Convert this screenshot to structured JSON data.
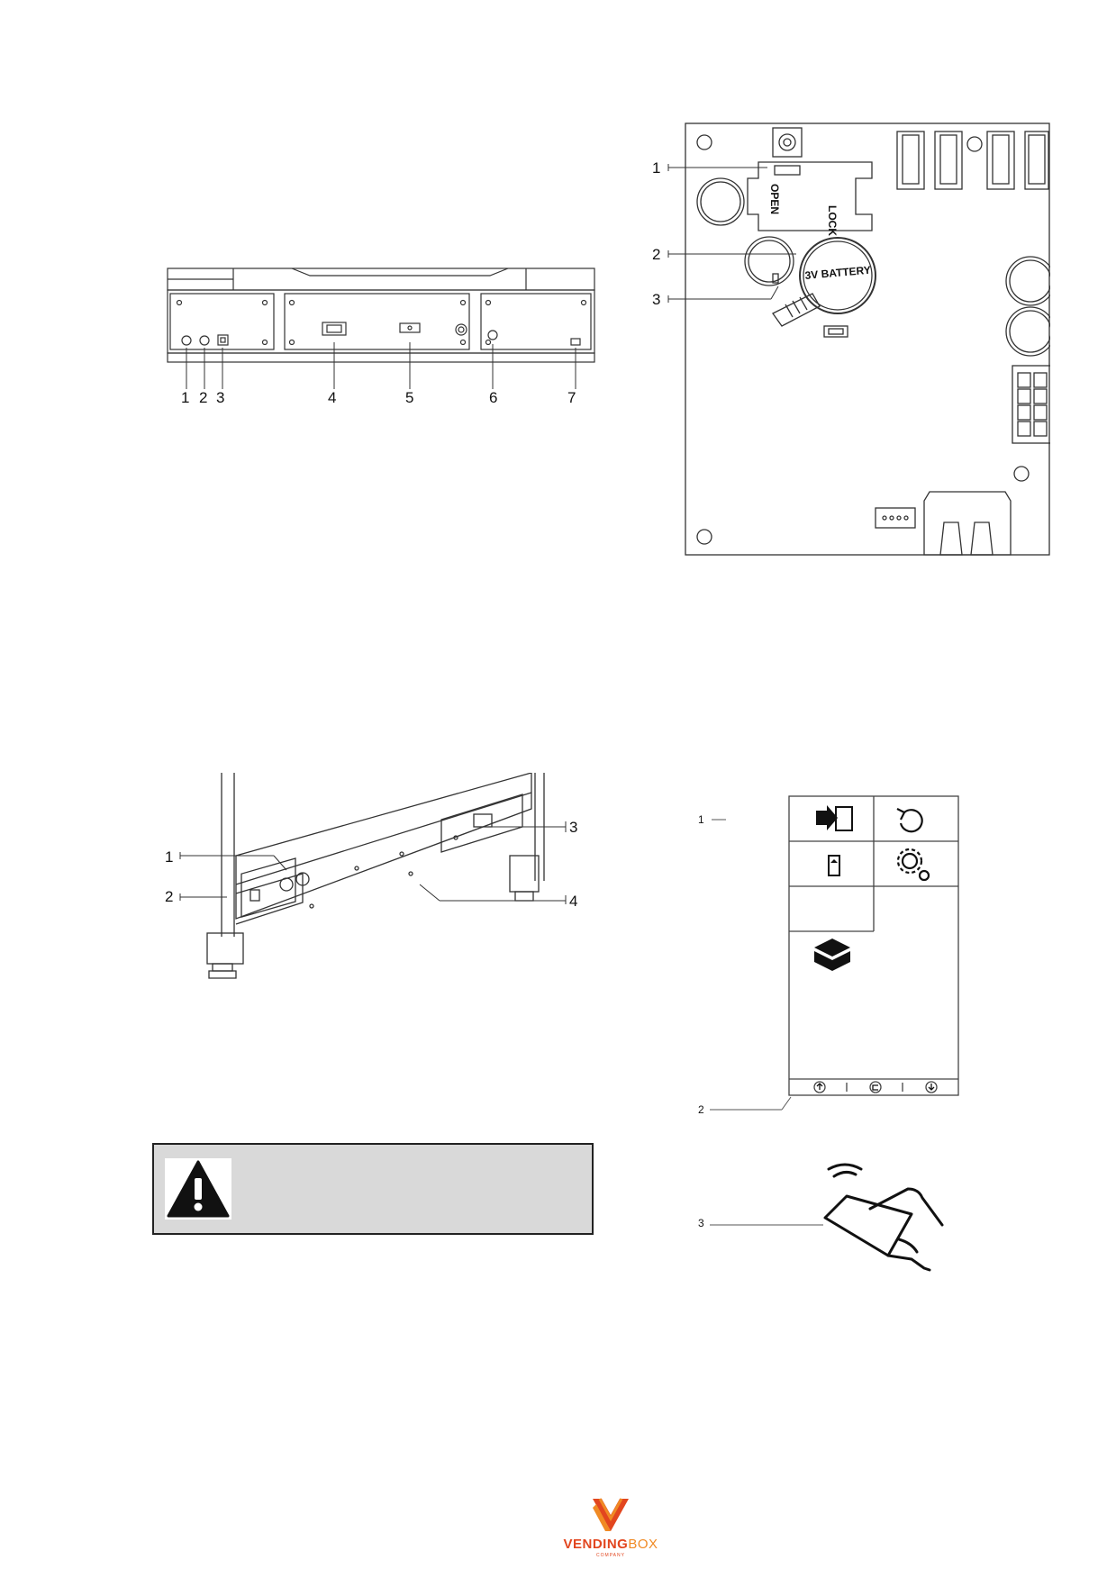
{
  "figures": {
    "control_panel": {
      "labels": [
        "1",
        "2",
        "3",
        "4",
        "5",
        "6",
        "7"
      ]
    },
    "pcb_board": {
      "labels": [
        "1",
        "2",
        "3"
      ],
      "lock_text": "LOCK",
      "open_text": "OPEN",
      "battery_text": "3V BATTERY"
    },
    "frame_base": {
      "labels": [
        "1",
        "2",
        "3",
        "4"
      ]
    },
    "touch_menu": {
      "labels": [
        "1",
        "2"
      ]
    },
    "card_reader": {
      "labels": [
        "3"
      ]
    }
  },
  "warning": {
    "icon": "warning-triangle-icon"
  },
  "logo": {
    "brand_part1": "VENDING",
    "brand_part2": "BOX",
    "tagline": "COMPANY",
    "accent": "#e2461f",
    "accent2": "#f08a24"
  }
}
